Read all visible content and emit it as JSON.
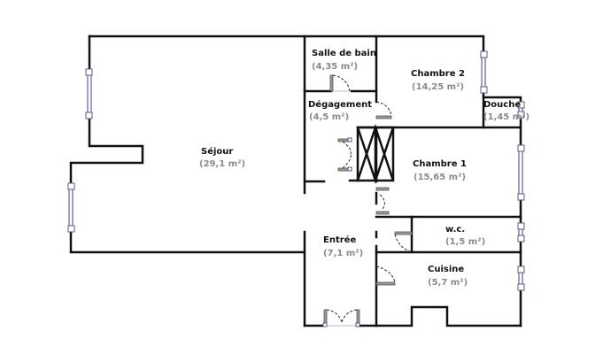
{
  "plan": {
    "rooms": [
      {
        "id": "sejour",
        "name": "Séjour",
        "area": "(29,1 m²)"
      },
      {
        "id": "salle-de-bain",
        "name": "Salle de bain",
        "area": "(4,35 m²)"
      },
      {
        "id": "chambre-2",
        "name": "Chambre 2",
        "area": "(14,25 m²)"
      },
      {
        "id": "degagement",
        "name": "Dégagement",
        "area": "(4,5 m²)"
      },
      {
        "id": "douche",
        "name": "Douche",
        "area": "(1,45 m²)"
      },
      {
        "id": "chambre-1",
        "name": "Chambre 1",
        "area": "(15,65 m²)"
      },
      {
        "id": "wc",
        "name": "w.c.",
        "area": "(1,5 m²)"
      },
      {
        "id": "entree",
        "name": "Entrée",
        "area": "(7,1 m²)"
      },
      {
        "id": "cuisine",
        "name": "Cuisine",
        "area": "(5,7 m²)"
      }
    ]
  }
}
